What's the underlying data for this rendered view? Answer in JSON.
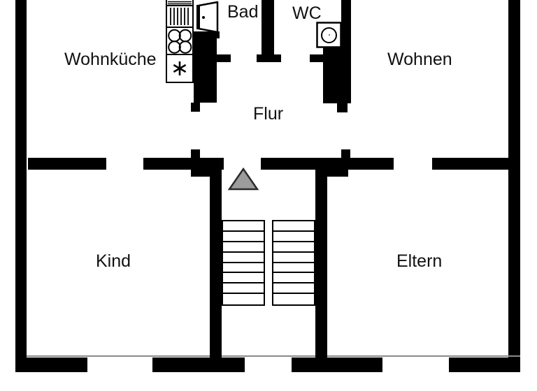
{
  "plan": {
    "type": "apartment-floor-plan",
    "labels": {
      "wohnkueche": "Wohnküche",
      "bad": "Bad",
      "wc": "WC",
      "wohnen": "Wohnen",
      "flur": "Flur",
      "kind": "Kind",
      "eltern": "Eltern"
    },
    "rooms": [
      {
        "label": "Wohnküche"
      },
      {
        "label": "Bad"
      },
      {
        "label": "WC"
      },
      {
        "label": "Wohnen"
      },
      {
        "label": "Flur"
      },
      {
        "label": "Kind"
      },
      {
        "label": "Eltern"
      }
    ],
    "stairs": {
      "flights": 2,
      "steps_per_flight": 8
    },
    "symbols": [
      "kitchen-counter",
      "sink-drainer",
      "stove-4-burners",
      "asterisk-appliance",
      "door-swing",
      "wash-basin",
      "entrance-arrow",
      "staircase",
      "windows"
    ],
    "colors": {
      "wall": "#000000",
      "background": "#ffffff",
      "entrance_arrow_fill": "#9c9c9c",
      "entrance_arrow_stroke": "#2a2a2a",
      "sill_line": "#8a8a8a",
      "text": "#111111"
    }
  }
}
